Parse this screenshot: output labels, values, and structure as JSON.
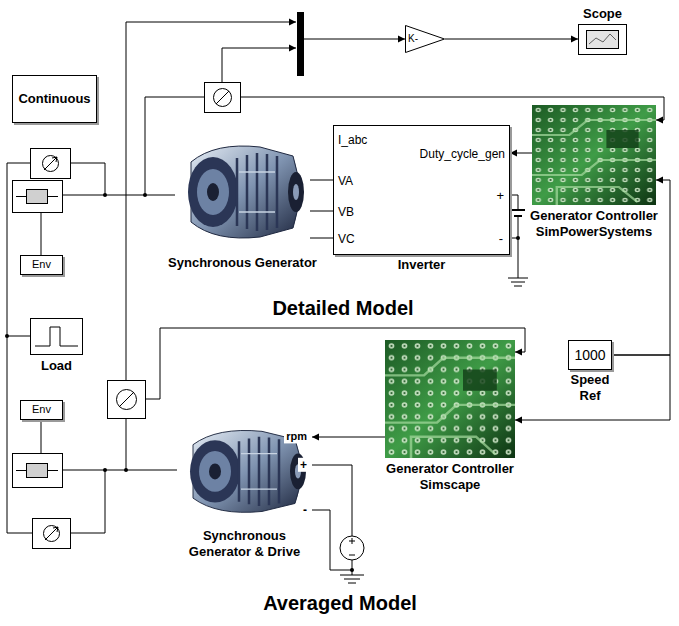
{
  "diagram": {
    "nodes": [
      {
        "text": [
          "Continuous"
        ]
      },
      {
        "text": [
          "Scope"
        ]
      },
      {
        "text": [
          "K-"
        ]
      },
      {
        "text": [
          "Synchronous Generator"
        ]
      },
      {
        "text": [
          "I_abc",
          "Duty_cycle_gen",
          "VA",
          "VB",
          "VC",
          "+",
          "-",
          "Inverter"
        ]
      },
      {
        "text": [
          "Generator Controller SimPowerSystems"
        ]
      },
      {
        "text": [
          "Env"
        ]
      },
      {
        "text": [
          "Load"
        ]
      },
      {
        "text": [
          "1000",
          "Speed Ref"
        ]
      },
      {
        "text": [
          "Env"
        ]
      },
      {
        "text": [
          "rpm",
          "+",
          "-",
          "Synchronous Generator & Drive"
        ]
      },
      {
        "text": [
          "Generator Controller Simscape"
        ]
      }
    ],
    "edges": [
      {
        "from": 8,
        "to": 5,
        "arrow": "to"
      },
      {
        "from": 8,
        "to": 11,
        "arrow": "to"
      },
      {
        "from": 5,
        "to": 4,
        "arrow": "to"
      },
      {
        "from": 3,
        "to": 4,
        "arrow": "none"
      },
      {
        "from": 3,
        "to": 4,
        "arrow": "none"
      },
      {
        "from": 3,
        "to": 4,
        "arrow": "none"
      },
      {
        "from": 11,
        "to": 10,
        "arrow": "to"
      },
      {
        "from": 2,
        "to": 1,
        "arrow": "to"
      }
    ],
    "labels": [
      "Detailed Model",
      "Averaged Model"
    ]
  }
}
